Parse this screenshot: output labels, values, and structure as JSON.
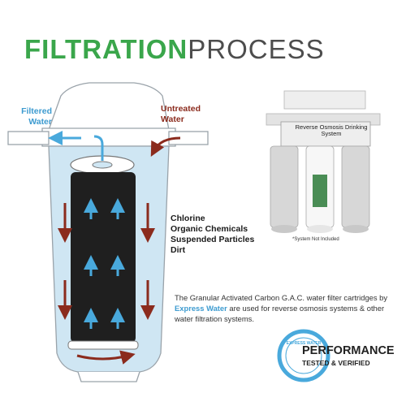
{
  "title": {
    "bold": "FILTRATION",
    "normal": "PROCESS"
  },
  "labels": {
    "filtered": "Filtered Water",
    "untreated": "Untreated Water"
  },
  "contaminants": [
    "Chlorine",
    "Organic Chemicals",
    "Suspended Particles",
    "Dirt"
  ],
  "system_image": {
    "panel_text": "Reverse Osmosis Drinking System",
    "note": "*System Not Included"
  },
  "description": {
    "before": "The Granular Activated Carbon G.A.C. water filter cartridges by",
    "brand": "Express Water",
    "after": "are used for reverse osmosis systems & other water filtration systems."
  },
  "badge": {
    "ring_text": "EXPRESS WATER",
    "line1": "PERFORMANCE",
    "line2": "TESTED & VERIFIED"
  },
  "colors": {
    "green": "#3aa64b",
    "blue": "#3d9bd0",
    "dark_red": "#8b2b1d",
    "water": "#cfe6f3"
  }
}
